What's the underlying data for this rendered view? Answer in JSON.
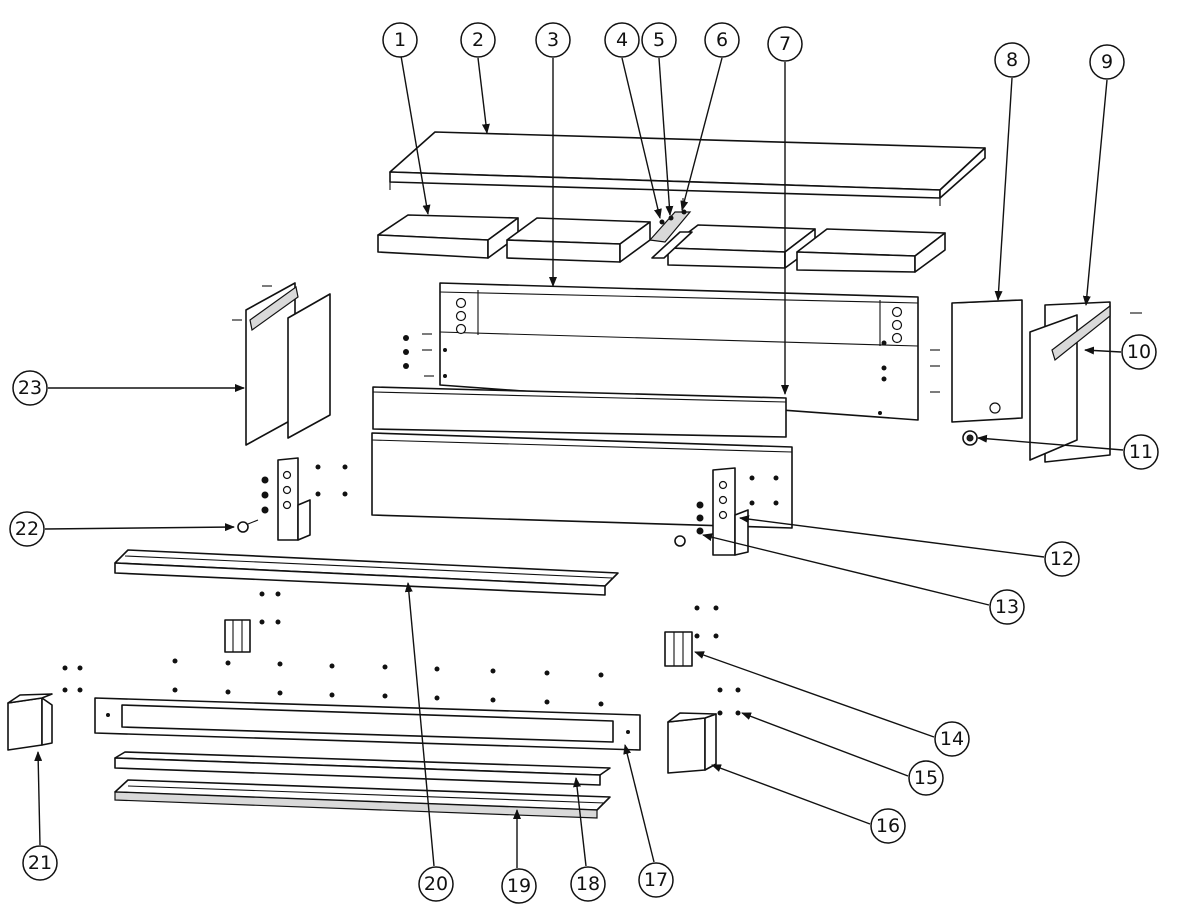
{
  "colors": {
    "line": "#111111",
    "fill": "#ffffff",
    "shade": "#d9d9d9"
  },
  "balloons": [
    {
      "label": "1"
    },
    {
      "label": "2"
    },
    {
      "label": "3"
    },
    {
      "label": "4"
    },
    {
      "label": "5"
    },
    {
      "label": "6"
    },
    {
      "label": "7"
    },
    {
      "label": "8"
    },
    {
      "label": "9"
    },
    {
      "label": "10"
    },
    {
      "label": "11"
    },
    {
      "label": "12"
    },
    {
      "label": "13"
    },
    {
      "label": "14"
    },
    {
      "label": "15"
    },
    {
      "label": "16"
    },
    {
      "label": "17"
    },
    {
      "label": "18"
    },
    {
      "label": "19"
    },
    {
      "label": "20"
    },
    {
      "label": "21"
    },
    {
      "label": "22"
    },
    {
      "label": "23"
    }
  ]
}
